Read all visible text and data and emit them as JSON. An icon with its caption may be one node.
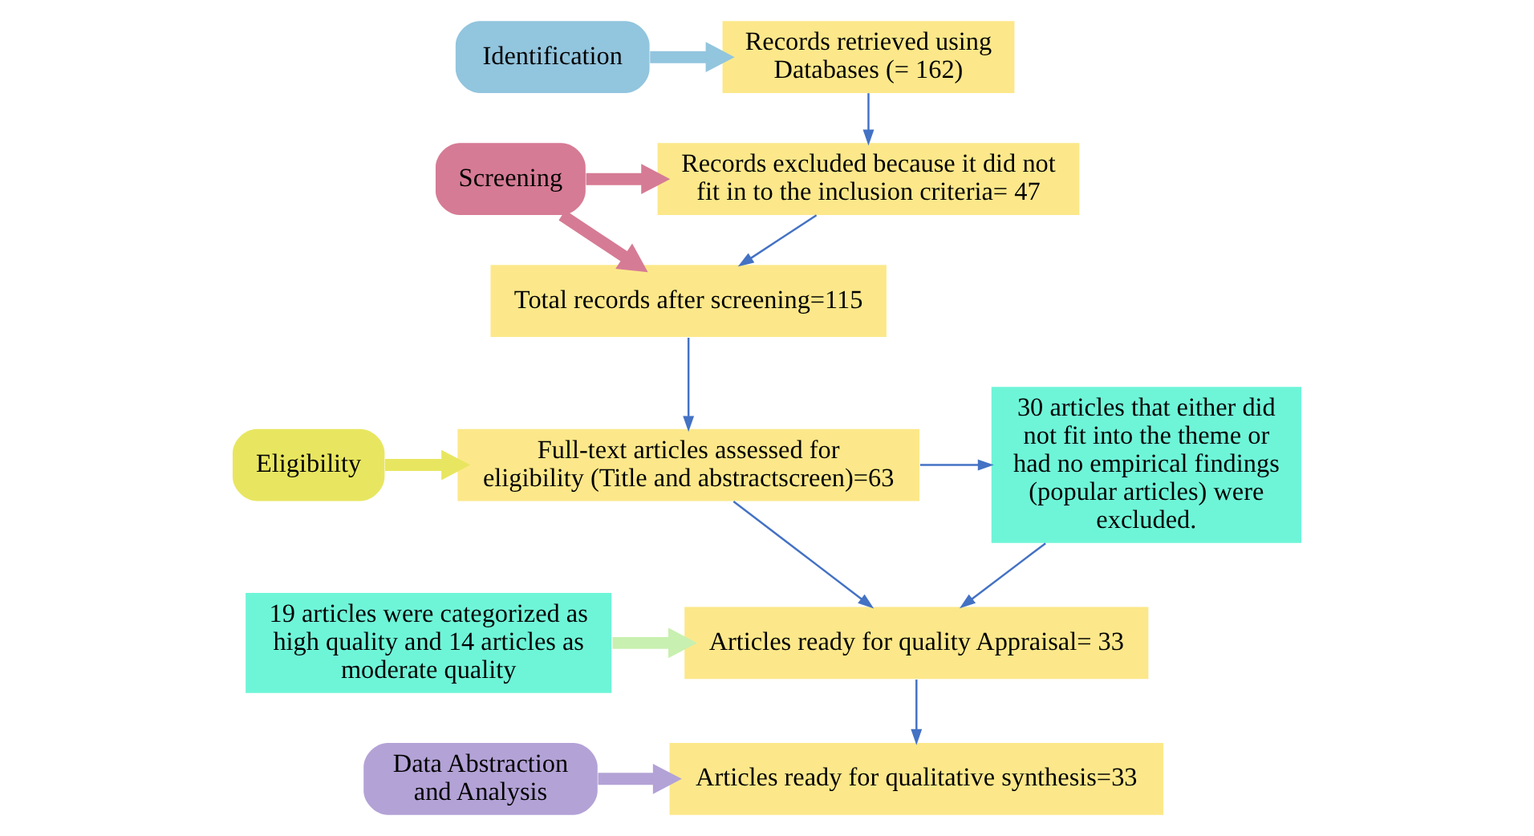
{
  "diagram": {
    "nodes": [
      {
        "text": [
          "Identification"
        ]
      },
      {
        "text": [
          "Records retrieved using Databases (= 162)"
        ]
      },
      {
        "text": [
          "Screening"
        ]
      },
      {
        "text": [
          "Records excluded because it did not fit in to the inclusion criteria= 47"
        ]
      },
      {
        "text": [
          "Total records after screening=115"
        ]
      },
      {
        "text": [
          "Eligibility"
        ]
      },
      {
        "text": [
          "Full-text articles assessed for eligibility (Title and abstractscreen)=63"
        ]
      },
      {
        "text": [
          "30 articles that either did not fit into the theme or had no empirical findings (popular articles) were excluded."
        ]
      },
      {
        "text": [
          "19 articles were categorized as high quality and 14 articles as moderate quality"
        ]
      },
      {
        "text": [
          "Articles ready for quality Appraisal= 33"
        ]
      },
      {
        "text": [
          "Data Abstraction and Analysis"
        ]
      },
      {
        "text": [
          "Articles ready for qualitative synthesis=33"
        ]
      }
    ],
    "edges": [
      {
        "from": 0,
        "to": 1,
        "arrow": "to",
        "style": "thick",
        "color": "#92c5de"
      },
      {
        "from": 1,
        "to": 3,
        "arrow": "to"
      },
      {
        "from": 2,
        "to": 3,
        "arrow": "to",
        "style": "thick",
        "color": "#d67b95"
      },
      {
        "from": 2,
        "to": 4,
        "arrow": "to",
        "style": "thick",
        "color": "#d67b95"
      },
      {
        "from": 3,
        "to": 4,
        "arrow": "to"
      },
      {
        "from": 4,
        "to": 6,
        "arrow": "to"
      },
      {
        "from": 5,
        "to": 6,
        "arrow": "to",
        "style": "thick",
        "color": "#e8e660"
      },
      {
        "from": 6,
        "to": 7,
        "arrow": "to"
      },
      {
        "from": 6,
        "to": 9,
        "arrow": "to"
      },
      {
        "from": 7,
        "to": 9,
        "arrow": "to"
      },
      {
        "from": 8,
        "to": 9,
        "arrow": "to",
        "style": "thick",
        "color": "#c8f0b0"
      },
      {
        "from": 9,
        "to": 11,
        "arrow": "to"
      },
      {
        "from": 10,
        "to": 11,
        "arrow": "to",
        "style": "thick",
        "color": "#b3a2d6"
      }
    ]
  }
}
